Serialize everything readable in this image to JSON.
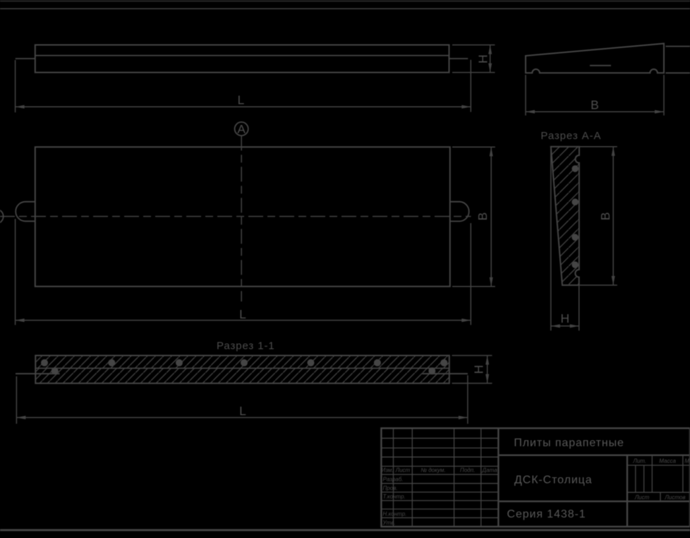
{
  "colors": {
    "background": "#000000",
    "line": "#454545",
    "dim": "#434343",
    "hatch": "#3f3f3f",
    "text": "#585858",
    "dim_text": "#4d4d4d",
    "sec_text": "#4c4c4c",
    "small_text": "#474747",
    "faint": "#262626",
    "frame": "#3c3c3c"
  },
  "views": {
    "side": {
      "dim_length": "L",
      "dim_height": "H"
    },
    "end": {
      "dim_width": "B"
    },
    "plan": {
      "section_marker": "А",
      "dim_length": "L",
      "dim_width": "B"
    },
    "section_aa": {
      "title": "Разрез А-А",
      "dim_width": "B",
      "dim_thickness": "H"
    },
    "section_11": {
      "title": "Разрез 1-1",
      "dim_length": "L",
      "dim_height": "H"
    }
  },
  "title_block": {
    "product_title": "Плиты парапетные",
    "company": "ДСК-Столица",
    "document": "Серия 1438-1",
    "header_cols": [
      "Изм.",
      "Лист",
      "№ докум.",
      "Подп.",
      "Дата"
    ],
    "row_labels": [
      "Разраб.",
      "Пров.",
      "Т.контр.",
      "Н.контр.",
      "Утв."
    ],
    "lit_label": "Лит.",
    "mass_label": "Масса",
    "scale_label": "Масштаб",
    "sheet_label": "Лист",
    "sheets_label": "Листов"
  }
}
